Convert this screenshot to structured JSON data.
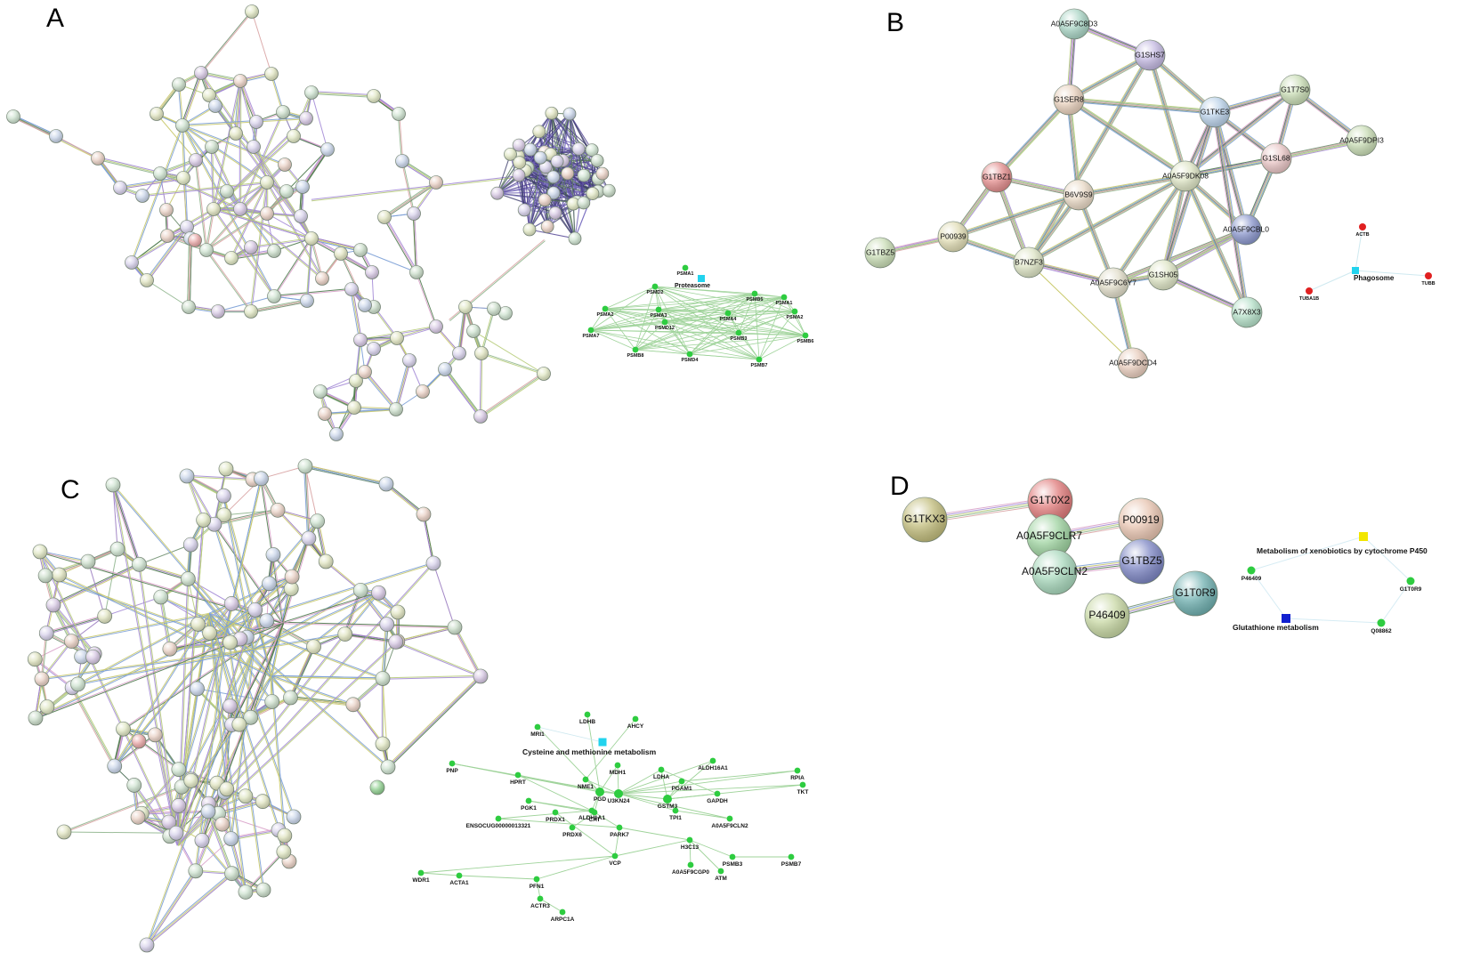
{
  "panels": {
    "A": {
      "letter": "A"
    },
    "B": {
      "letter": "B"
    },
    "C": {
      "letter": "C"
    },
    "D": {
      "letter": "D"
    }
  },
  "colors": {
    "kegg_node": "#2ecc40",
    "pathway_cyan": "#22d3ee",
    "phagosome_node": "#e02020",
    "xenobiotics_yellow": "#f2e600",
    "glutathione_blue": "#1020d0",
    "edge_green": "#9fd39a"
  },
  "panel_a_kegg": {
    "pathway": "Proteasome",
    "nodes": [
      "PSMA1",
      "PSMD2",
      "PSMA2",
      "PSMA1",
      "PSMD12",
      "PSMA3",
      "PSMA4",
      "PSMB5",
      "PSMA2",
      "PSMA7",
      "PSMB3",
      "PSMB8",
      "PSMB6",
      "PSMD4",
      "PSMB7"
    ]
  },
  "panel_b": {
    "nodes": [
      "A0A5F9C8D3",
      "G1SHS7",
      "G1SER8",
      "G1TKE3",
      "G1T7S0",
      "A0A5F9DPI3",
      "G1SL68",
      "G1TBZ1",
      "A0A5F9DK08",
      "B6V9S9",
      "A0A5F9CBL0",
      "G1TBZ5",
      "P00939",
      "B7NZF3",
      "A0A5F9C6Y7",
      "G1SH05",
      "A7X8X3",
      "A0A5F9DCD4"
    ],
    "kegg": {
      "pathway": "Phagosome",
      "nodes": [
        "ACTB",
        "TUBA1B",
        "TUBB"
      ]
    }
  },
  "panel_c_kegg": {
    "pathway": "Cysteine and methionine metabolism",
    "nodes": [
      "LDHB",
      "AHCY",
      "MRI1",
      "ALDH16A1",
      "PNP",
      "MDH1",
      "LDHA",
      "RPIA",
      "HPRT",
      "NME1",
      "PGAM1",
      "TKT",
      "PGD",
      "U3KN24",
      "GAPDH",
      "PGK1",
      "GSTM3",
      "TPI1",
      "ALDH1A1",
      "A0A5F9CLN2",
      "CAT",
      "ENSOCUG00000013321",
      "PRDX6",
      "PARK7",
      "PRDX1",
      "H3C13",
      "PSMB3",
      "PSMB7",
      "VCP",
      "A0A5F9CGP0",
      "ATM",
      "WDR1",
      "ACTA1",
      "PFN1",
      "ACTR3",
      "ARPC1A"
    ]
  },
  "panel_d": {
    "nodes": [
      "G1TKX3",
      "G1T0X2",
      "A0A5F9CLR7",
      "P00919",
      "A0A5F9CLN2",
      "G1TBZ5",
      "P46409",
      "G1T0R9"
    ],
    "kegg": {
      "pathway_1": "Metabolism of xenobiotics by cytochrome P450",
      "pathway_2": "Glutathione metabolism",
      "nodes": [
        "P46409",
        "G1T0R9",
        "Q08862"
      ]
    }
  }
}
